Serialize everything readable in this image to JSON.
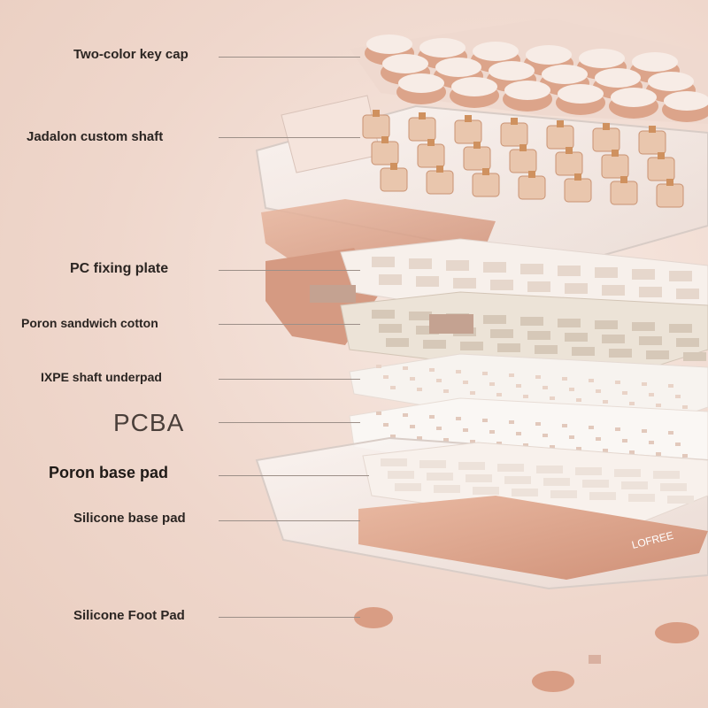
{
  "diagram": {
    "labels": [
      {
        "id": "keycap",
        "text": "Two-color key cap"
      },
      {
        "id": "switch",
        "text": "Jadalon custom shaft"
      },
      {
        "id": "plate",
        "text": "PC fixing plate"
      },
      {
        "id": "sandwich",
        "text": "Poron sandwich cotton"
      },
      {
        "id": "underpad",
        "text": "IXPE shaft underpad"
      },
      {
        "id": "pcba",
        "text": "PCBA"
      },
      {
        "id": "basepad",
        "text": "Poron base pad"
      },
      {
        "id": "silicone",
        "text": "Silicone base pad"
      },
      {
        "id": "foot",
        "text": "Silicone Foot Pad"
      }
    ],
    "brand_mark": "LOFREE",
    "colors": {
      "keycap_top": "#f6e9e2",
      "keycap_side": "#e6b9a3",
      "switch": "#d9a57f",
      "plate": "#f5ece6",
      "copper": "#e2a88c",
      "foot": "#d99d84"
    }
  }
}
